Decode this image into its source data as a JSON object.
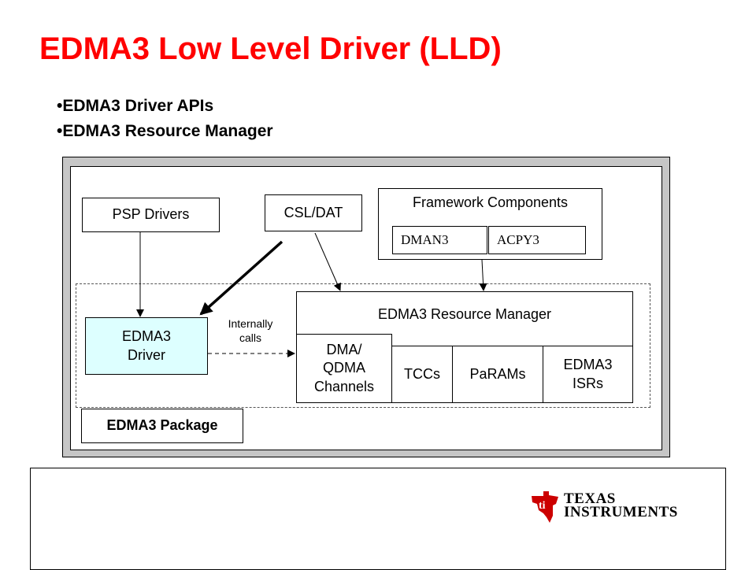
{
  "slide": {
    "title": "EDMA3 Low Level Driver (LLD)",
    "bullets": [
      "•EDMA3 Driver APIs",
      "•EDMA3 Resource Manager"
    ]
  },
  "diagram": {
    "psp_drivers": "PSP Drivers",
    "csl_dat": "CSL/DAT",
    "framework_components": "Framework Components",
    "dman3": "DMAN3",
    "acpy3": "ACPY3",
    "resource_manager": "EDMA3 Resource Manager",
    "dma_channels": [
      "DMA/",
      "QDMA",
      "Channels"
    ],
    "tccs": "TCCs",
    "params": "PaRAMs",
    "isrs": [
      "EDMA3",
      "ISRs"
    ],
    "driver": [
      "EDMA3",
      "Driver"
    ],
    "internally_calls": [
      "Internally",
      "calls"
    ],
    "package": "EDMA3 Package"
  },
  "footer": {
    "logo_icon": "texas-instruments-logo",
    "company_lines": [
      "TEXAS",
      "INSTRUMENTS"
    ],
    "logo_color": "#cc0000"
  }
}
